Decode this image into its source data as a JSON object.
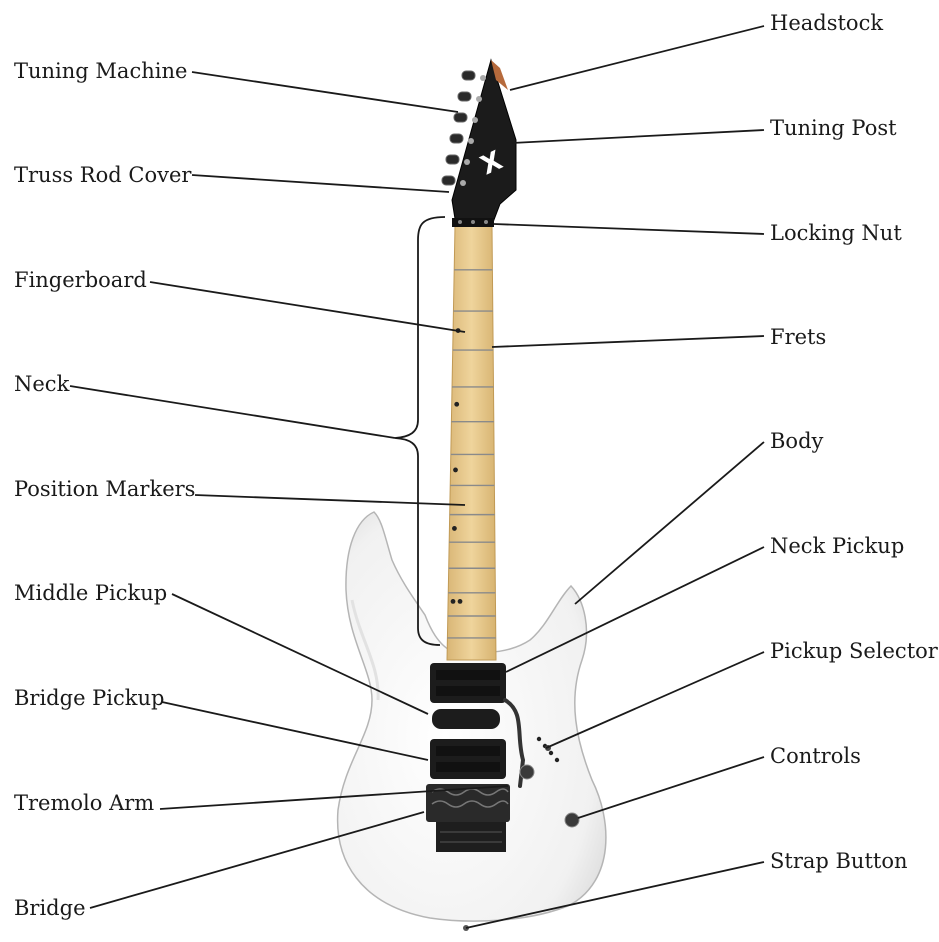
{
  "diagram": {
    "labels_left": [
      "Tuning Machine",
      "Truss Rod Cover",
      "Fingerboard",
      "Neck",
      "Position Markers",
      "Middle Pickup",
      "Bridge Pickup",
      "Tremolo Arm",
      "Bridge"
    ],
    "labels_right": [
      "Headstock",
      "Tuning Post",
      "Locking Nut",
      "Frets",
      "Body",
      "Neck Pickup",
      "Pickup Selector",
      "Controls",
      "Strap Button"
    ],
    "headstock_logo": "X"
  },
  "colors": {
    "line": "#1a1a1a",
    "body": "#f3f3f3",
    "body_edge": "#bcbcbc",
    "maple": "#e7c98d",
    "hardware": "#1c1c1c"
  }
}
